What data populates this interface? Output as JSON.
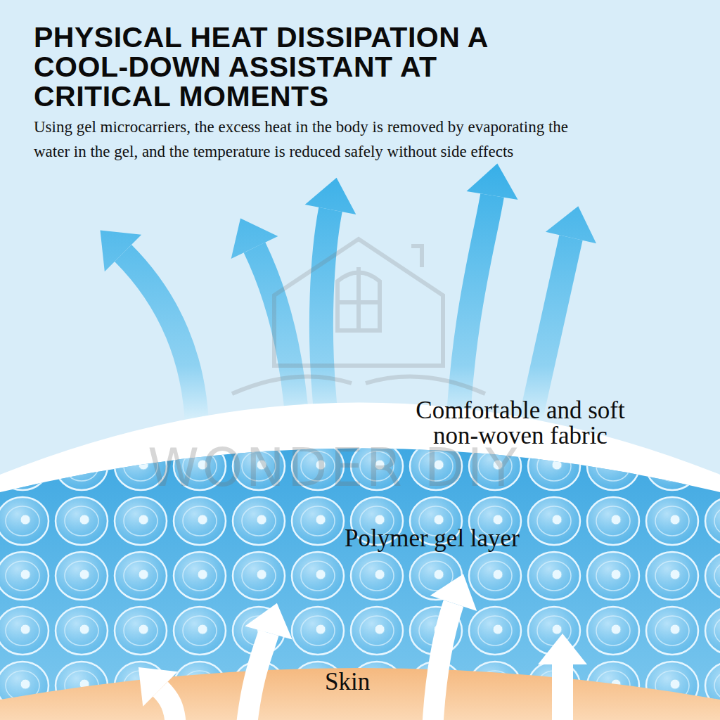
{
  "diagram": {
    "title": "PHYSICAL HEAT DISSIPATION A COOL-DOWN ASSISTANT AT CRITICAL MOMENTS",
    "labels": [
      "Using gel microcarriers, the excess heat in the body is removed by evaporating the water in the gel, and the temperature is reduced safely without side effects",
      "Comfortable and soft non-woven fabric",
      "Polymer gel layer",
      "Skin",
      "WONDER DIY"
    ]
  }
}
